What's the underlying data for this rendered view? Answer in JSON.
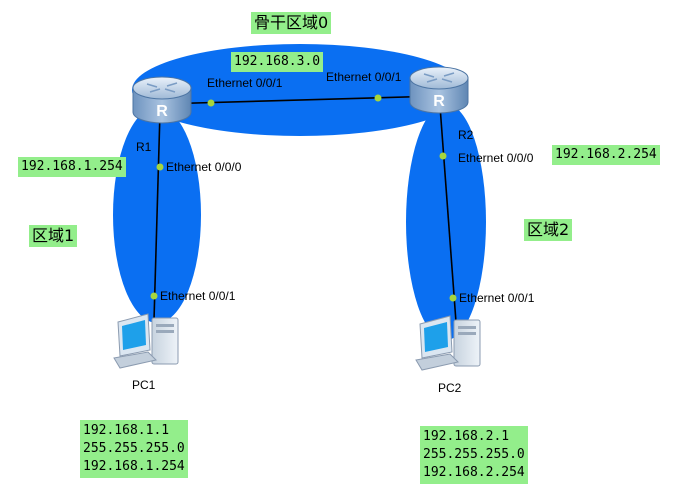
{
  "areas": {
    "backbone": "骨干区域0",
    "area1": "区域1",
    "area2": "区域2"
  },
  "networks": {
    "backbone": "192.168.3.0",
    "r1_lan": "192.168.1.254",
    "r2_lan": "192.168.2.254"
  },
  "devices": {
    "r1": {
      "name": "R1",
      "glyph": "R"
    },
    "r2": {
      "name": "R2",
      "glyph": "R"
    },
    "pc1": {
      "name": "PC1"
    },
    "pc2": {
      "name": "PC2"
    }
  },
  "interfaces": {
    "r1_e001": "Ethernet 0/0/1",
    "r2_e001": "Ethernet 0/0/1",
    "r1_e000": "Ethernet 0/0/0",
    "r2_e000": "Ethernet 0/0/0",
    "pc1_e001": "Ethernet 0/0/1",
    "pc2_e001": "Ethernet 0/0/1"
  },
  "pc_config": {
    "pc1": {
      "ip": "192.168.1.1",
      "mask": "255.255.255.0",
      "gateway": "192.168.1.254"
    },
    "pc2": {
      "ip": "192.168.2.1",
      "mask": "255.255.255.0",
      "gateway": "192.168.2.254"
    }
  },
  "colors": {
    "area_fill": "#0a6ff2",
    "label_bg": "#93ee8b",
    "port_dot": "#a6d63d",
    "link": "#000000"
  }
}
